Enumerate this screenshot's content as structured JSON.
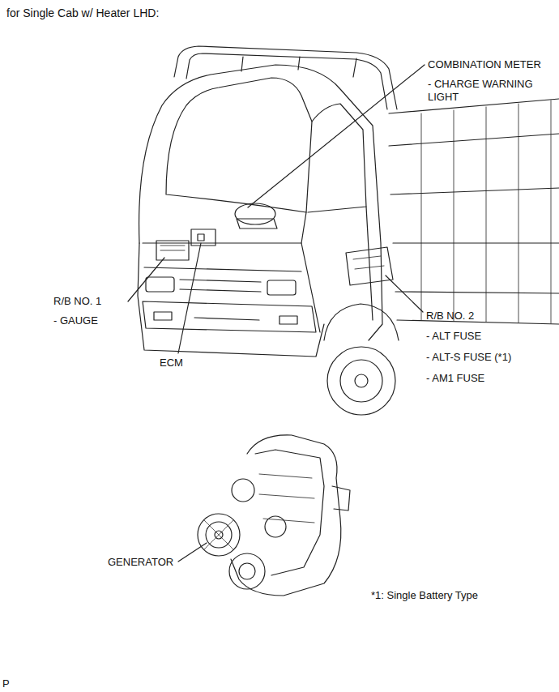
{
  "diagram": {
    "title": "for Single Cab w/ Heater LHD:",
    "labels": [
      "COMBINATION METER",
      "- CHARGE WARNING LIGHT",
      "R/B NO. 1",
      "- GAUGE",
      "ECM",
      "R/B NO. 2",
      "- ALT FUSE",
      "- ALT-S FUSE (*1)",
      "- AM1 FUSE",
      "GENERATOR",
      "*1: Single Battery Type",
      "P"
    ]
  }
}
